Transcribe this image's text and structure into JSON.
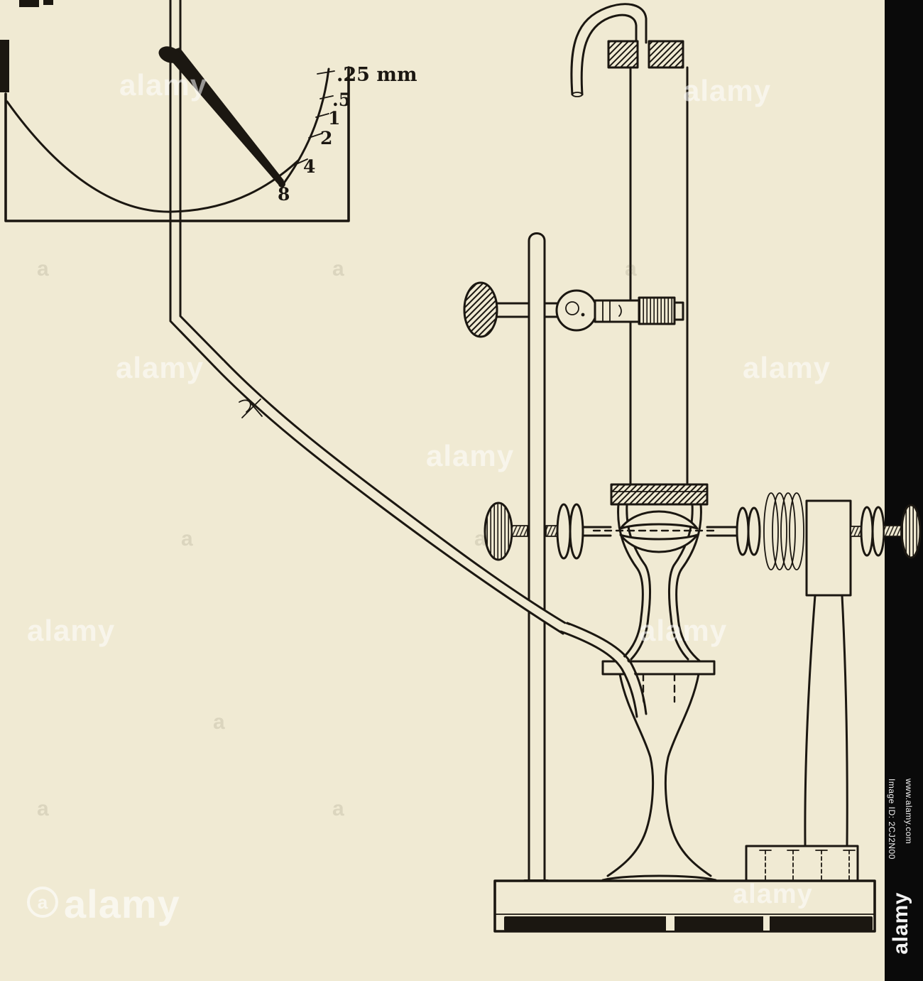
{
  "page": {
    "background_color": "#f0ead3",
    "ink_color": "#1b1711",
    "sidebar_color": "#0a0a0a"
  },
  "figure": {
    "description": "Vintage engraving of laboratory apparatus: graduated quadrant scale with pointer, bent capillary tube and rubber hose leading to a clamped glass vessel on a retort stand",
    "scale": {
      "top_label": ".25 mm",
      "ticks": [
        ".5",
        "1",
        "2",
        "4",
        "8"
      ]
    }
  },
  "watermark": {
    "brand": "alamy",
    "tile": "a"
  },
  "sidebar": {
    "brand": "alamy",
    "image_id": "Image ID: 2CJ2N00",
    "url": "www.alamy.com"
  }
}
